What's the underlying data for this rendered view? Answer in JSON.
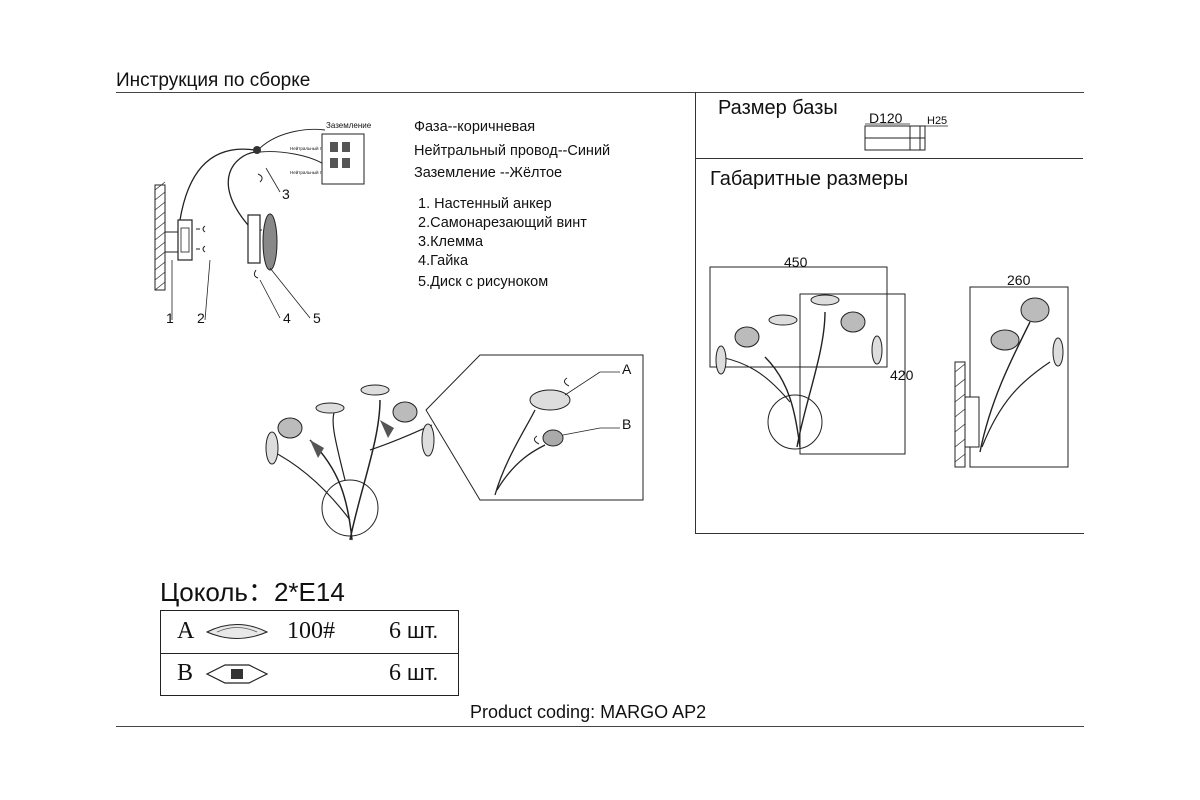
{
  "header": {
    "title": "Инструкция по сборке"
  },
  "wiring": {
    "lines": [
      "Фаза--коричневая",
      "Нейтральный провод--Синий",
      "Заземление --Жёлтое"
    ],
    "terminal_label": "Заземление",
    "terminal_side_left_top": "Нейтральный провод",
    "terminal_side_left_bottom": "Нейтральный провод"
  },
  "parts_list": [
    "1. Настенный анкер",
    "2.Самонарезающий винт",
    "3.Клемма",
    "4.Гайка",
    "5.Диск с рисунoком"
  ],
  "callouts": {
    "c1": "1",
    "c2": "2",
    "c3": "3",
    "c4": "4",
    "c5": "5",
    "A": "A",
    "B": "B"
  },
  "base": {
    "title": "Размер базы",
    "diameter": "D120",
    "height": "H25"
  },
  "dimensions": {
    "title": "Габаритные размеры",
    "width": "450",
    "height": "420",
    "depth": "260"
  },
  "socket": {
    "label": "Цоколь：2*E14"
  },
  "parts_table": [
    {
      "letter": "A",
      "code": "100#",
      "qty": "6",
      "unit": "шт."
    },
    {
      "letter": "B",
      "code": "",
      "qty": "6",
      "unit": "шт."
    }
  ],
  "product": {
    "coding": "Product coding: MARGO AP2"
  }
}
